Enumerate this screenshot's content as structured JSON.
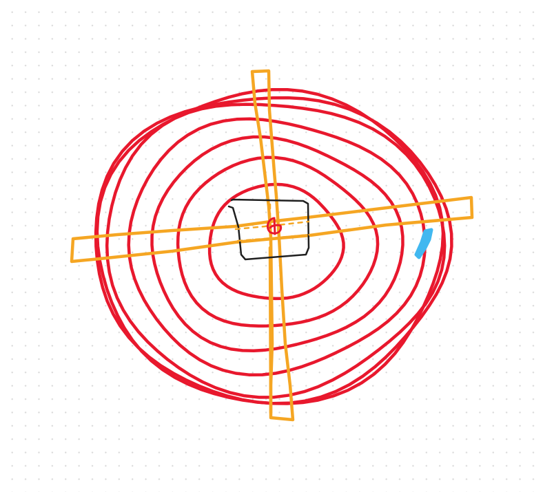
{
  "drawing": {
    "colors": {
      "rings": "#e8182d",
      "crosshair": "#f5a623",
      "center_box": "#1f1f1f",
      "center_mark": "#e8182d",
      "side_mark": "#41b8f0",
      "grid_dots": "#d9d9d9",
      "background": "#ffffff"
    },
    "ring_count": 7,
    "elements": [
      "target-rings",
      "horizontal-crosshair-bar",
      "vertical-crosshair-bar",
      "center-box",
      "center-mark",
      "side-mark"
    ]
  }
}
